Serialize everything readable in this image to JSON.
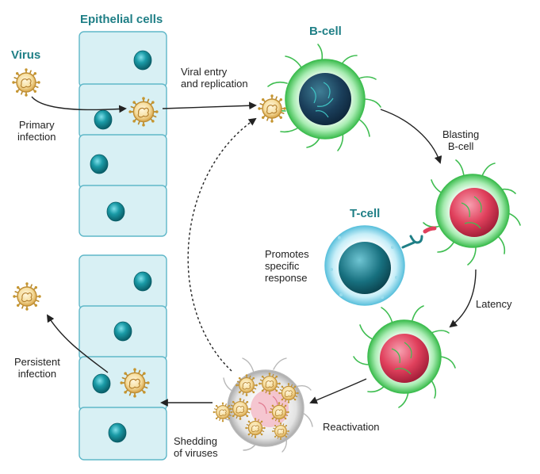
{
  "labels": {
    "virus": "Virus",
    "epithelial_cells": "Epithelial cells",
    "b_cell": "B-cell",
    "t_cell": "T-cell",
    "viral_entry": "Viral entry",
    "and_replication": "and replication",
    "primary": "Primary",
    "infection1": "infection",
    "blasting": "Blasting",
    "b_cell2": "B-cell",
    "promotes": "Promotes",
    "specific": "specific",
    "response": "response",
    "latency": "Latency",
    "reactivation": "Reactivation",
    "shedding": "Shedding",
    "of_viruses": "of viruses",
    "persistent": "Persistent",
    "infection2": "infection"
  },
  "colors": {
    "title": "#1f7f86",
    "epithelial_fill": "#d8f0f4",
    "epithelial_border": "#5fb7c8",
    "nucleus_teal": "#0f7f8c",
    "b_cell_green": "#43c454",
    "blast_red": "#e0405c",
    "t_cell_blue": "#5fc2dd",
    "virus_gold": "#e2b65a"
  },
  "icons": [
    "virus-icon",
    "arrow-icon"
  ]
}
